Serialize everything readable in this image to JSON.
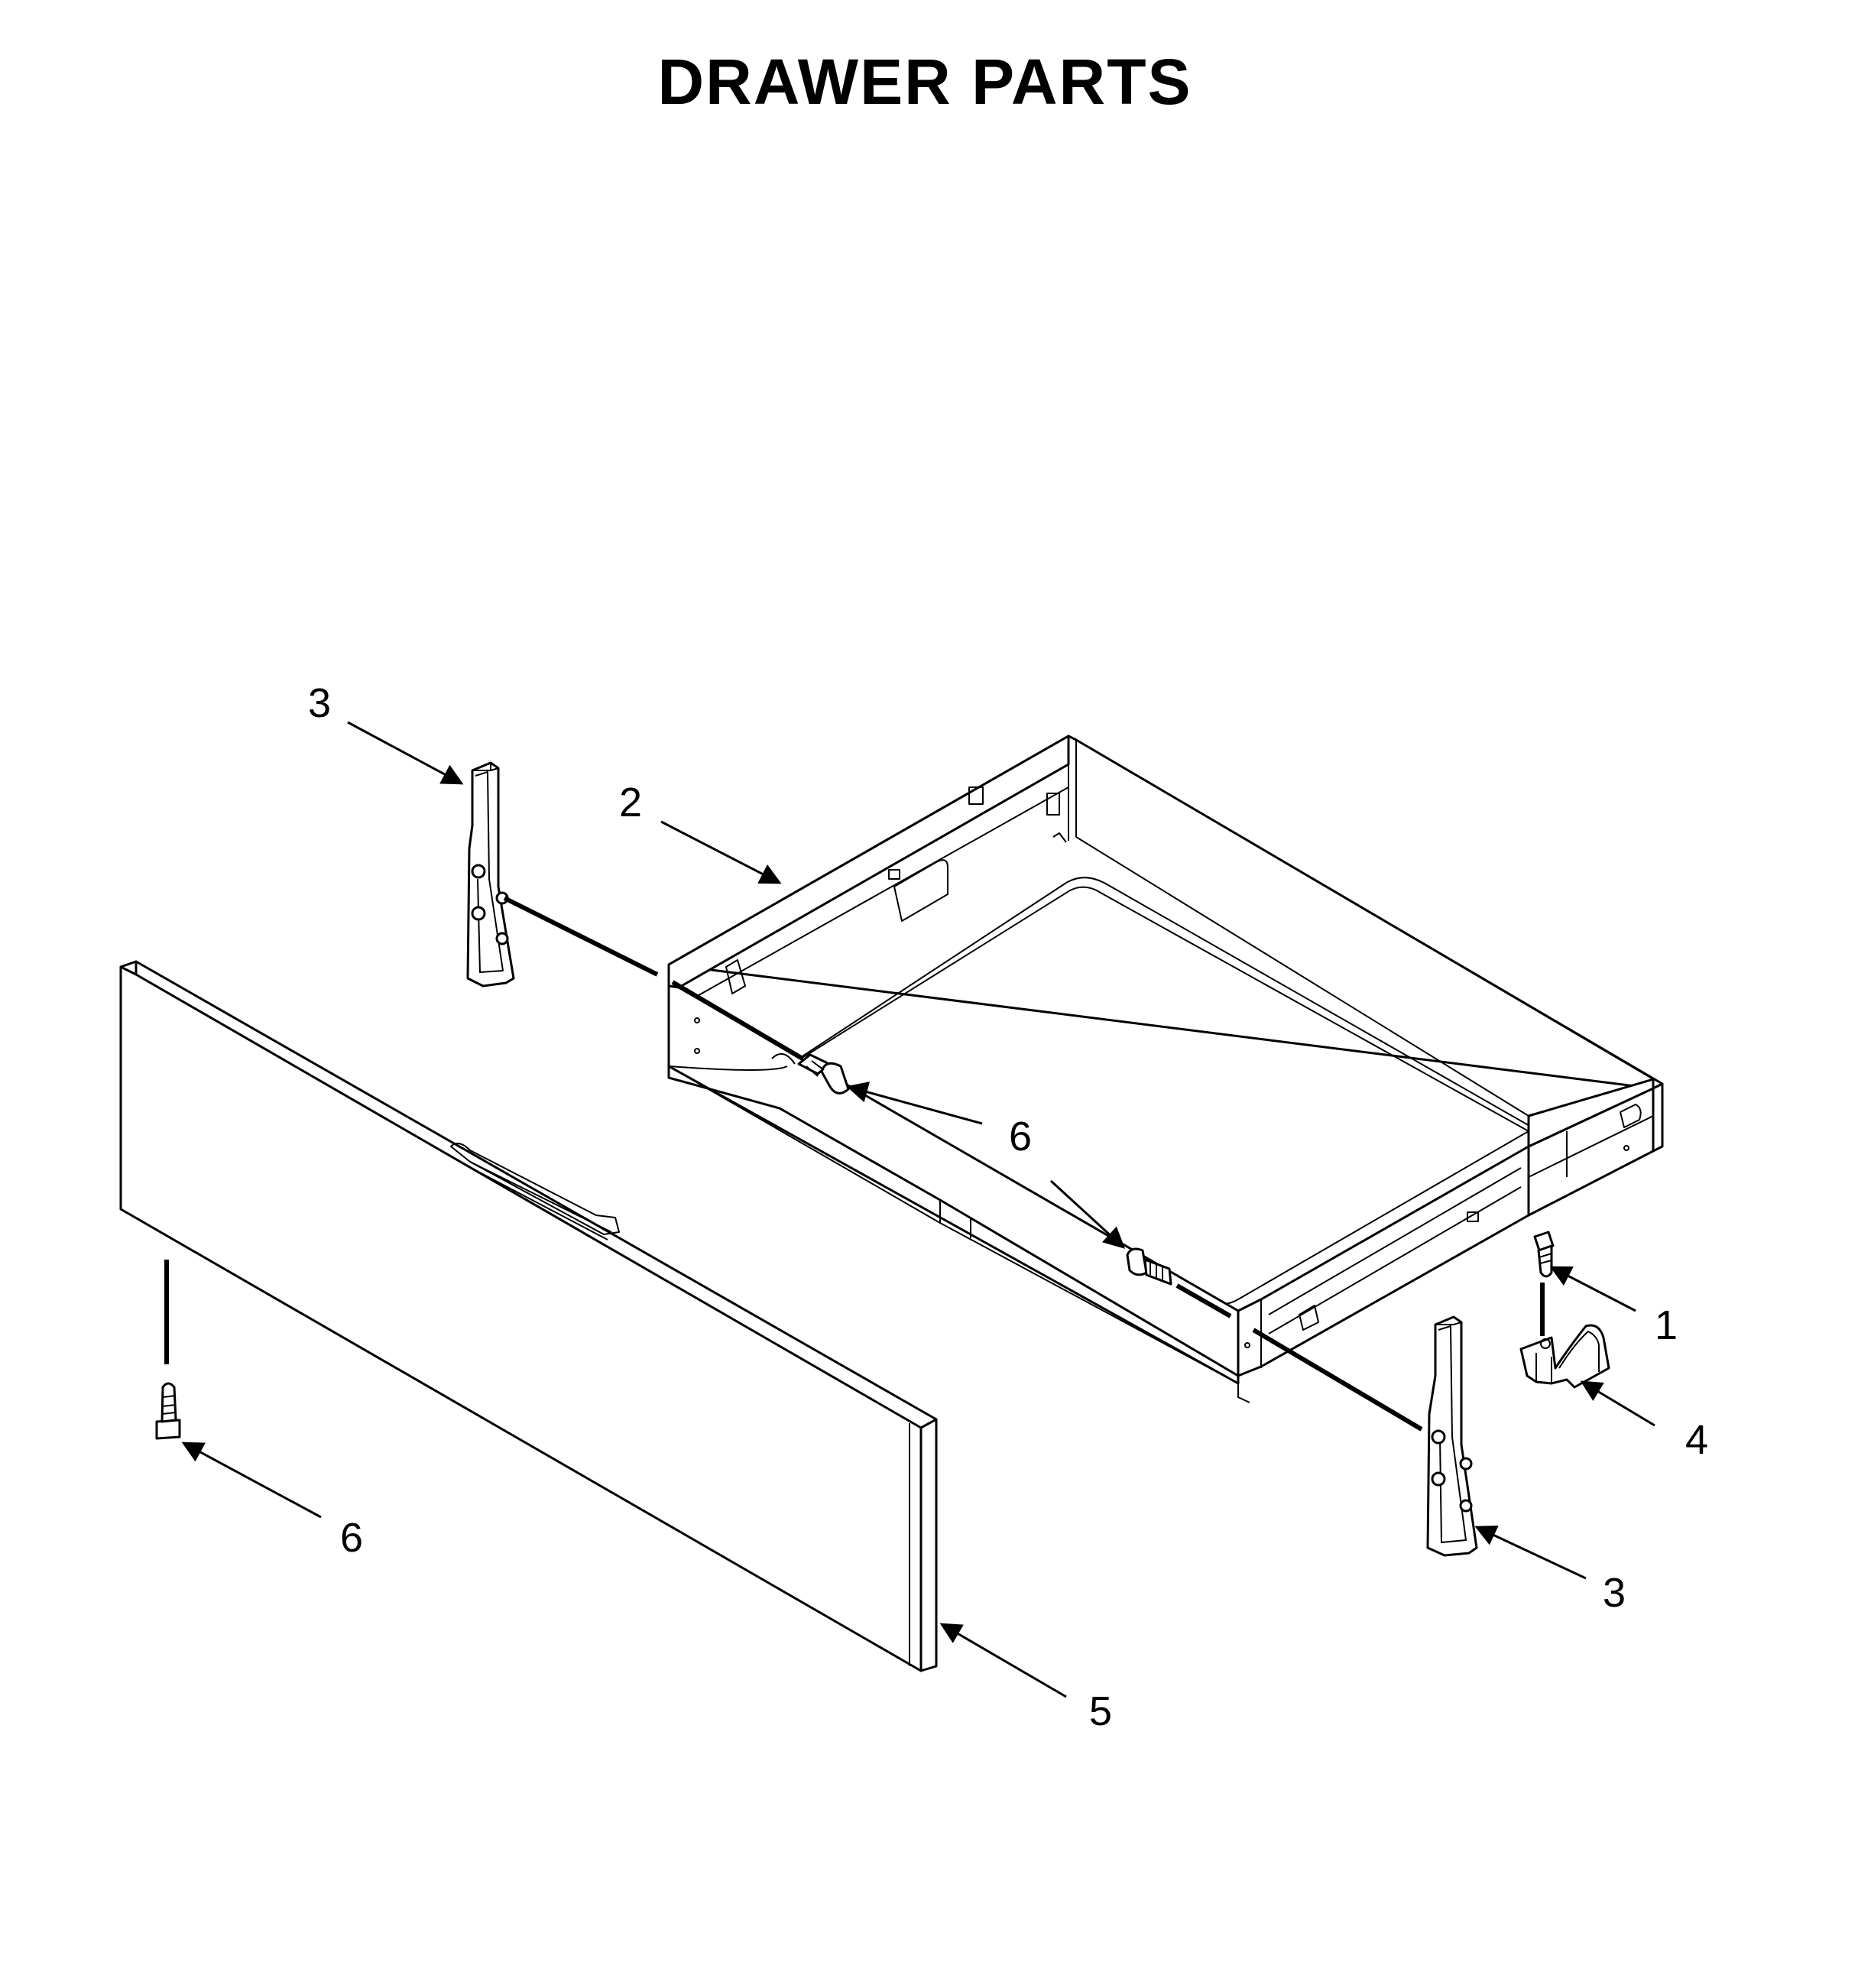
{
  "title": "DRAWER PARTS",
  "callouts": [
    {
      "id": "c-1",
      "label": "1",
      "part": "screw"
    },
    {
      "id": "c-2",
      "label": "2",
      "part": "drawer-body"
    },
    {
      "id": "c-3a",
      "label": "3",
      "part": "drawer-slide-left"
    },
    {
      "id": "c-3b",
      "label": "3",
      "part": "drawer-slide-right"
    },
    {
      "id": "c-4",
      "label": "4",
      "part": "slide-bracket"
    },
    {
      "id": "c-5",
      "label": "5",
      "part": "drawer-front-panel"
    },
    {
      "id": "c-6a",
      "label": "6",
      "part": "screw-left"
    },
    {
      "id": "c-6b",
      "label": "6",
      "part": "screw-right"
    },
    {
      "id": "c-6c",
      "label": "6",
      "part": "screw-panel"
    }
  ],
  "colors": {
    "line": "#000000",
    "background": "#ffffff"
  }
}
